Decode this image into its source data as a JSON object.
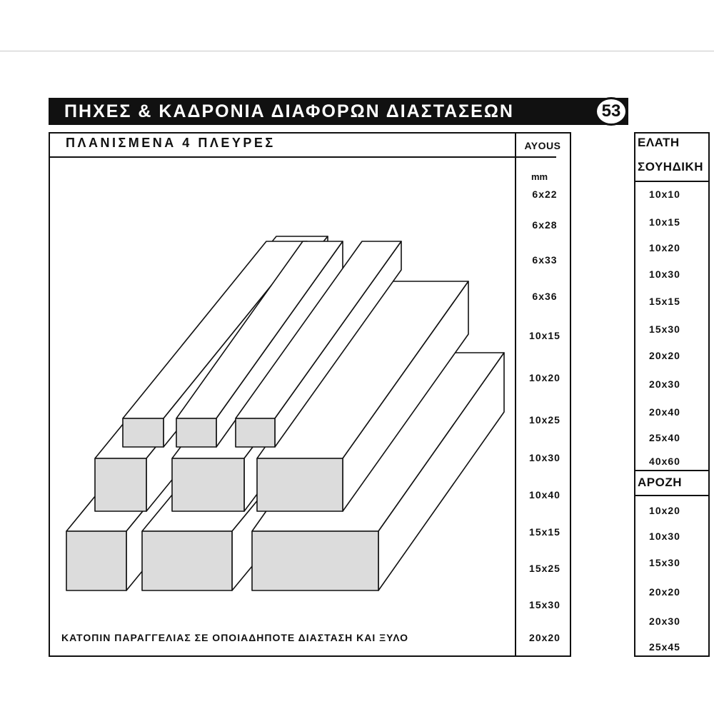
{
  "title": "ΠΗΧΕΣ & ΚΑΔΡΟΝΙΑ ΔΙΑΦΟΡΩΝ ΔΙΑΣΤΑΣΕΩΝ",
  "page_number": "53",
  "main_panel": {
    "subtitle": "ΠΛΑΝΙΣΜΕΝΑ 4 ΠΛΕΥΡΕΣ",
    "footnote": "ΚΑΤΟΠΙΝ ΠΑΡΑΓΓΕΛΙΑΣ ΣΕ ΟΠΟΙΑΔΗΠΟΤΕ ΔΙΑΣΤΑΣΗ ΚΑΙ ΞΥΛΟ",
    "illustration": "stacked-beams-illustration"
  },
  "ayous": {
    "title": "AYOUS",
    "unit": "mm",
    "sizes": [
      "6x22",
      "6x28",
      "6x33",
      "6x36",
      "10x15",
      "10x20",
      "10x25",
      "10x30",
      "10x40",
      "15x15",
      "15x25",
      "15x30",
      "20x20"
    ]
  },
  "elati": {
    "title_line1": "ΕΛΑΤΗ",
    "title_line2": "ΣΟΥΗΔΙΚΗ",
    "sizes": [
      "10x10",
      "10x15",
      "10x20",
      "10x30",
      "15x15",
      "15x30",
      "20x20",
      "20x30",
      "20x40",
      "25x40",
      "40x60"
    ]
  },
  "arozi": {
    "title": "ΑΡΟΖΗ",
    "sizes": [
      "10x20",
      "10x30",
      "15x30",
      "20x20",
      "20x30",
      "25x45"
    ]
  },
  "colors": {
    "bar": "#111111",
    "beam_face": "#dcdcdc",
    "beam_side": "#ffffff"
  }
}
